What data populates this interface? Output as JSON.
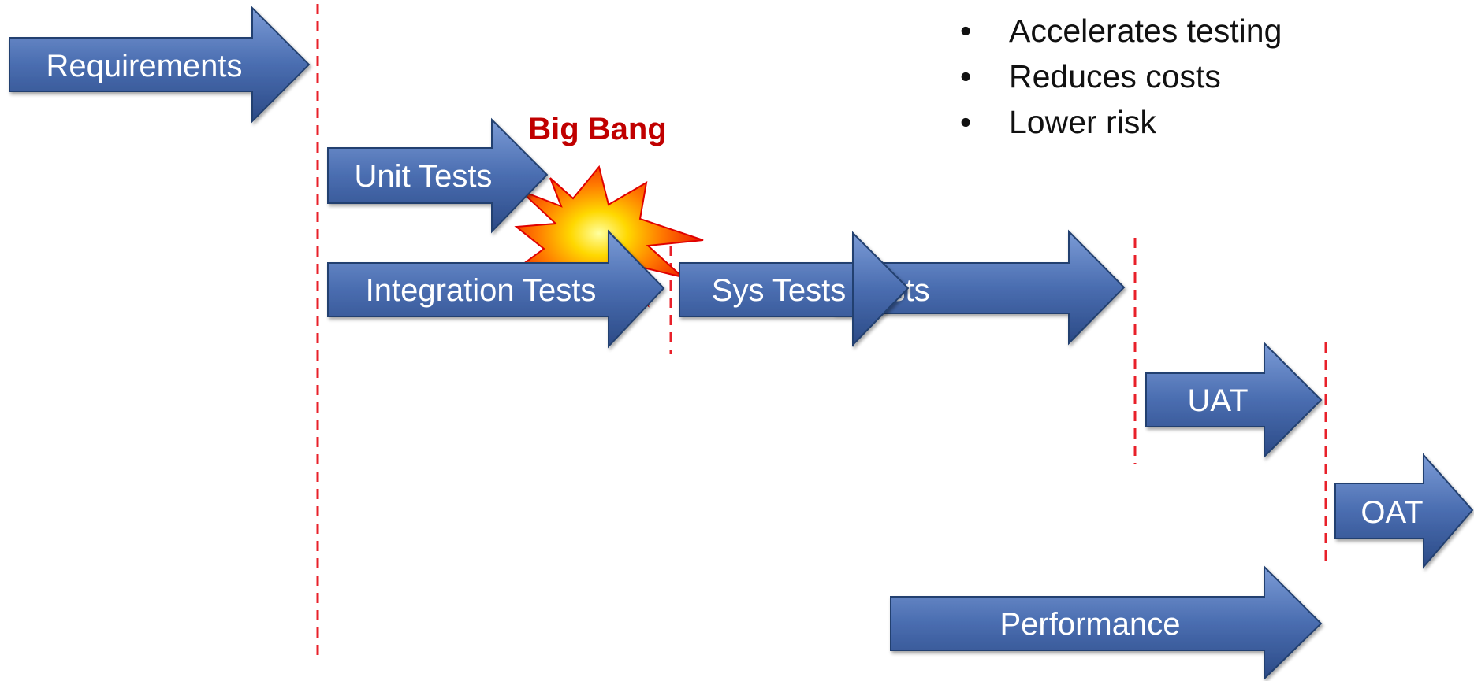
{
  "colors": {
    "arrow_fill_top": "#6d8fcc",
    "arrow_fill_bottom": "#2f4f8f",
    "arrow_stroke": "#24406f",
    "divider": "#e8202a",
    "big_bang_text": "#c00000"
  },
  "arrows": {
    "requirements": "Requirements",
    "unit_tests": "Unit Tests",
    "integration_tests": "Integration Tests",
    "sys_tests": "Sys Tests",
    "sys_tests_hidden_tail": "ests",
    "uat": "UAT",
    "oat": "OAT",
    "performance": "Performance"
  },
  "big_bang": {
    "label": "Big Bang",
    "icon": "explosion-icon"
  },
  "benefits": {
    "bullet": "•",
    "items": [
      "Accelerates testing",
      "Reduces costs",
      "Lower risk"
    ]
  }
}
